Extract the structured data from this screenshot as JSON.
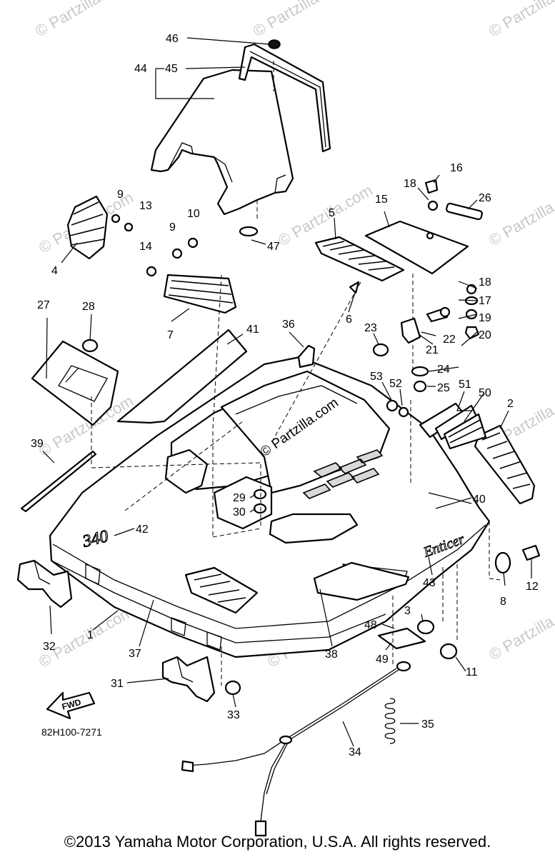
{
  "diagram": {
    "watermark": "© Partzilla.com",
    "center_watermark": "© Partzilla.com",
    "hood_decal": "Enticer",
    "hood_number": "340",
    "fwd_label": "FWD",
    "drawing_code": "82H100-7271",
    "labels": {
      "l1": "1",
      "l2": "2",
      "l3": "3",
      "l4": "4",
      "l5": "5",
      "l6": "6",
      "l7": "7",
      "l8": "8",
      "l9a": "9",
      "l9b": "9",
      "l10": "10",
      "l11": "11",
      "l12": "12",
      "l13": "13",
      "l14": "14",
      "l15": "15",
      "l16": "16",
      "l17": "17",
      "l18a": "18",
      "l18b": "18",
      "l19": "19",
      "l20": "20",
      "l21": "21",
      "l22": "22",
      "l23": "23",
      "l24": "24",
      "l25": "25",
      "l26": "26",
      "l27": "27",
      "l28": "28",
      "l29": "29",
      "l30": "30",
      "l31": "31",
      "l32": "32",
      "l33": "33",
      "l34": "34",
      "l35": "35",
      "l36": "36",
      "l37": "37",
      "l38": "38",
      "l39": "39",
      "l40": "40",
      "l41": "41",
      "l42": "42",
      "l43": "43",
      "l44": "44",
      "l45": "45",
      "l46": "46",
      "l47": "47",
      "l48": "48",
      "l49": "49",
      "l50": "50",
      "l51": "51",
      "l52": "52",
      "l53": "53"
    }
  },
  "footer": {
    "copyright": "©2013 Yamaha Motor Corporation, U.S.A. All rights reserved."
  }
}
